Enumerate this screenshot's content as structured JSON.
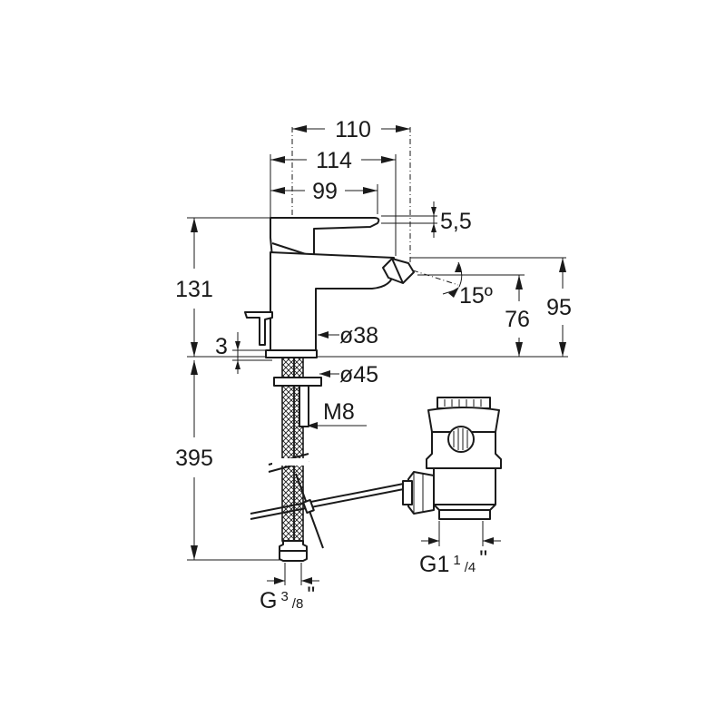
{
  "dimensions": {
    "width_110": "110",
    "width_114": "114",
    "width_99": "99",
    "lever_5_5": "5,5",
    "spout_angle": "15º",
    "height_131": "131",
    "height_95": "95",
    "height_76": "76",
    "body_diameter": "ø38",
    "base_diameter": "ø45",
    "gap_3": "3",
    "stud_thread": "M8",
    "hose_length": "395"
  },
  "connections": {
    "hose_thread_main": "G",
    "hose_thread_num": "3",
    "hose_thread_den": "/8",
    "hose_thread_unit": "\"",
    "waste_thread_main": "G1",
    "waste_thread_num": "1",
    "waste_thread_den": "/4",
    "waste_thread_unit": "\""
  },
  "colors": {
    "ink": "#1a1a1a",
    "paper": "#ffffff"
  }
}
